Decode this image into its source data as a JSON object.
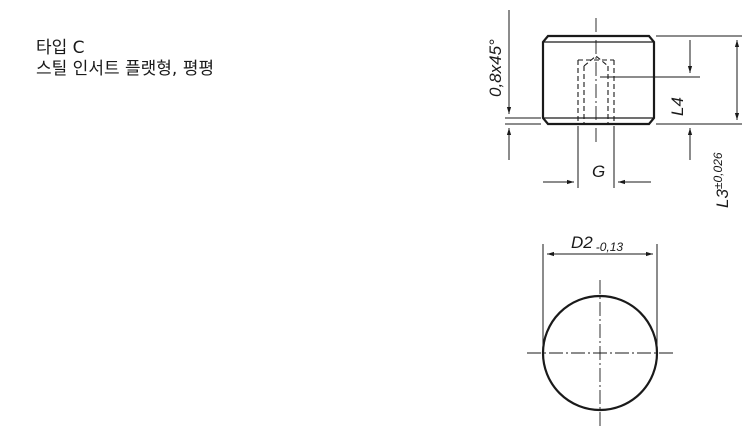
{
  "caption": {
    "line1": "타입 C",
    "line2": "스틸 인서트 플랫형, 평평"
  },
  "dimensions": {
    "chamfer": "0,8x45°",
    "l4": "L4",
    "l3": "L3",
    "l3_tol": "±0,026",
    "g": "G",
    "d2": "D2",
    "d2_tol": "-0,13"
  },
  "colors": {
    "line": "#1a1a1a"
  }
}
